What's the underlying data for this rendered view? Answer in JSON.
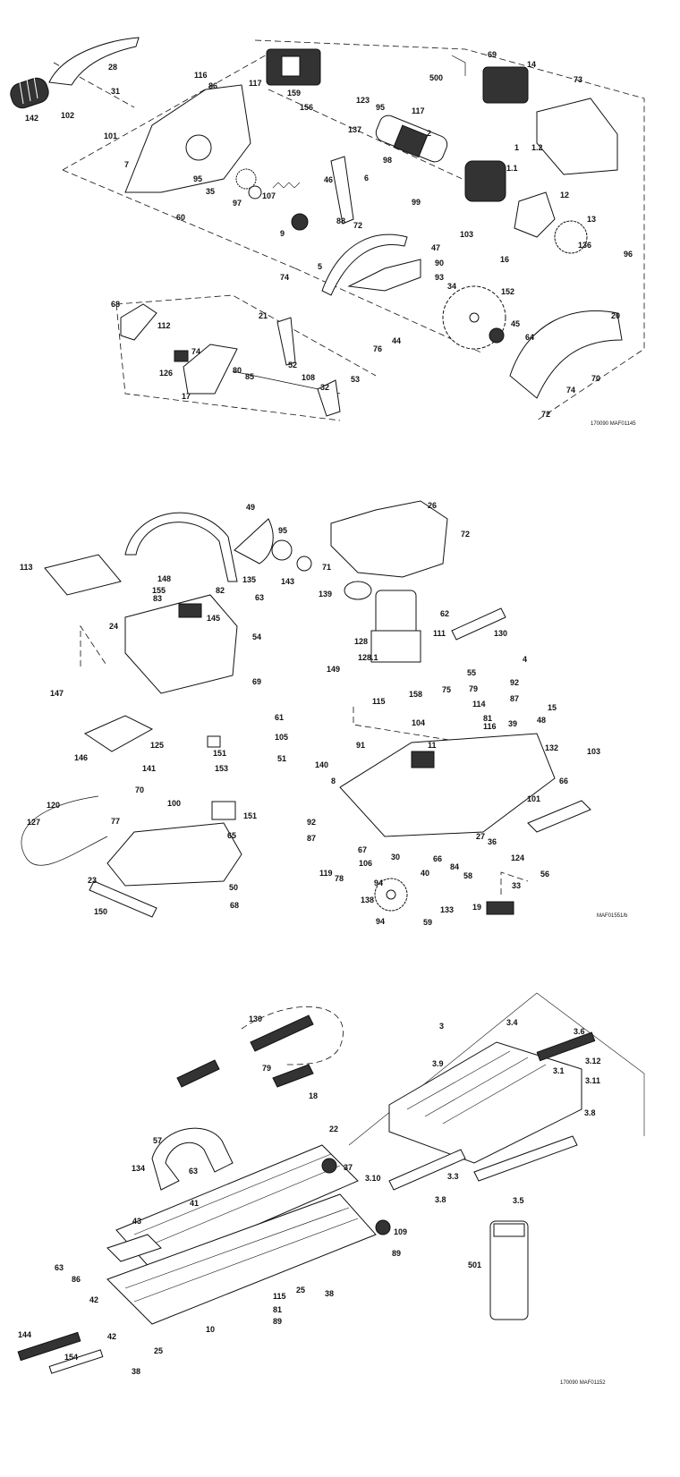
{
  "drawing_codes": {
    "section1": "170090 MAF01145",
    "section2": "MAF01551/b",
    "section3": "170090 MAF01152"
  },
  "section1_labels": [
    "28",
    "116",
    "86",
    "31",
    "142",
    "102",
    "101",
    "7",
    "95",
    "35",
    "60",
    "97",
    "107",
    "9",
    "117",
    "159",
    "156",
    "123",
    "95",
    "137",
    "98",
    "117",
    "2",
    "1",
    "1.1",
    "1.2",
    "500",
    "69",
    "14",
    "73",
    "46",
    "6",
    "88",
    "72",
    "99",
    "12",
    "13",
    "103",
    "16",
    "136",
    "96",
    "74",
    "47",
    "90",
    "93",
    "34",
    "152",
    "5",
    "76",
    "44",
    "45",
    "64",
    "20",
    "70",
    "74",
    "72",
    "68",
    "112",
    "126",
    "74",
    "17",
    "80",
    "85",
    "21",
    "52",
    "108",
    "32",
    "53"
  ],
  "section2_labels": [
    "49",
    "95",
    "143",
    "26",
    "72",
    "71",
    "139",
    "113",
    "148",
    "155",
    "83",
    "82",
    "135",
    "63",
    "145",
    "24",
    "54",
    "69",
    "128",
    "62",
    "130",
    "111",
    "128.1",
    "55",
    "4",
    "92",
    "87",
    "149",
    "75",
    "79",
    "115",
    "158",
    "104",
    "114",
    "81",
    "116",
    "39",
    "48",
    "15",
    "147",
    "61",
    "105",
    "51",
    "91",
    "11",
    "132",
    "103",
    "125",
    "151",
    "141",
    "153",
    "140",
    "66",
    "101",
    "146",
    "70",
    "100",
    "8",
    "151",
    "120",
    "127",
    "77",
    "65",
    "92",
    "87",
    "67",
    "106",
    "30",
    "66",
    "27",
    "36",
    "124",
    "84",
    "58",
    "23",
    "50",
    "119",
    "78",
    "40",
    "94",
    "33",
    "56",
    "150",
    "68",
    "138",
    "133",
    "19",
    "94",
    "59"
  ],
  "section3_labels": [
    "130",
    "3",
    "3.4",
    "3.6",
    "79",
    "3.9",
    "3.12",
    "3.1",
    "3.11",
    "18",
    "3.8",
    "22",
    "57",
    "37",
    "134",
    "63",
    "41",
    "3.10",
    "3.3",
    "3.8",
    "3.5",
    "43",
    "109",
    "89",
    "501",
    "63",
    "86",
    "42",
    "115",
    "25",
    "38",
    "81",
    "89",
    "10",
    "144",
    "154",
    "42",
    "25",
    "38"
  ]
}
